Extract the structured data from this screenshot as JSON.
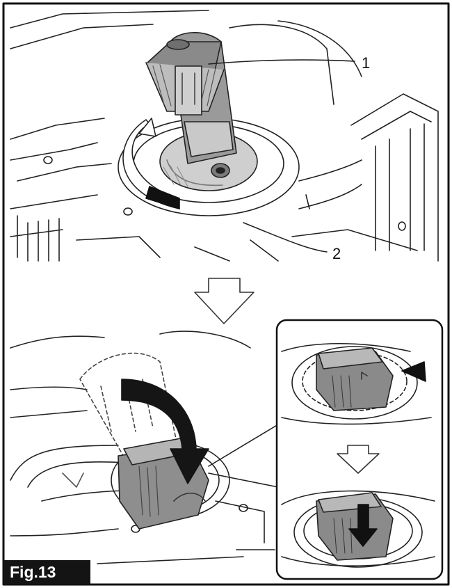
{
  "figure": {
    "label": "Fig.13",
    "callouts": [
      {
        "number": "1"
      },
      {
        "number": "2"
      }
    ]
  }
}
